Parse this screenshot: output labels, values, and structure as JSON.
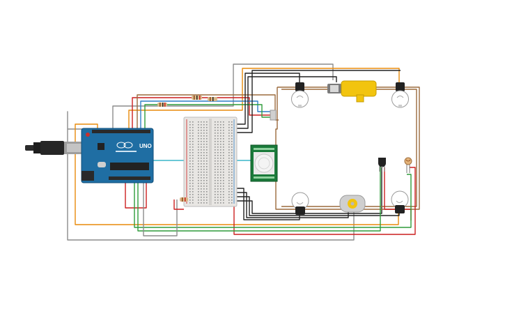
{
  "arduino": {
    "brand": "UNO",
    "icon": "arduino-uno-board"
  },
  "pir_sensor": {
    "icon": "pir-motion-sensor"
  },
  "components": {
    "bulbs": [
      "bulb-top-left",
      "bulb-top-right",
      "bulb-bottom-left",
      "bulb-bottom-right"
    ],
    "motor": "gear-motor-icon",
    "fan_motor": "dc-motor-icon",
    "transistor": "transistor-icon",
    "photoresistor": "photoresistor-icon",
    "resistors": "resistor-icon",
    "breadboard": "breadboard"
  },
  "colors": {
    "board_blue": "#1f6ea3",
    "breadboard": "#e8e6e3",
    "pir_green": "#1a7a3a",
    "motor_yellow": "#f2c40f",
    "wire_black": "#222222",
    "wire_red": "#cc1f1f",
    "wire_orange": "#e88a0a",
    "wire_gray": "#8c8c8c",
    "wire_green": "#2e9c3a",
    "wire_blue": "#2d7fc7",
    "wire_brown": "#9b6a3c",
    "wire_cyan": "#3ab5c9"
  }
}
